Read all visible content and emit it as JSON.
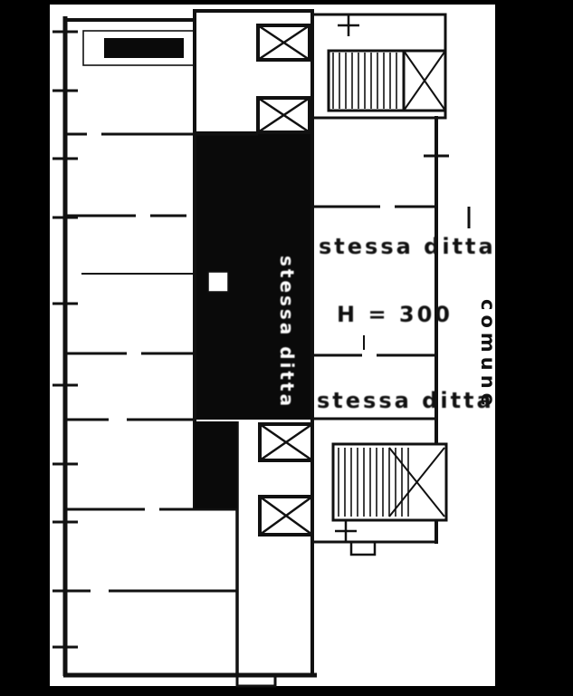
{
  "document": {
    "type": "scanned cadastral floor plan",
    "background_color": "#000000",
    "paper_color": "#ffffff",
    "ink_color": "#111111"
  },
  "annotations": {
    "upper_label": "stessa ditta",
    "height_label": "H = 300",
    "lower_label": "stessa ditta",
    "side_vertical_label": "comune",
    "corridor_vertical_label": "stessa ditta"
  }
}
